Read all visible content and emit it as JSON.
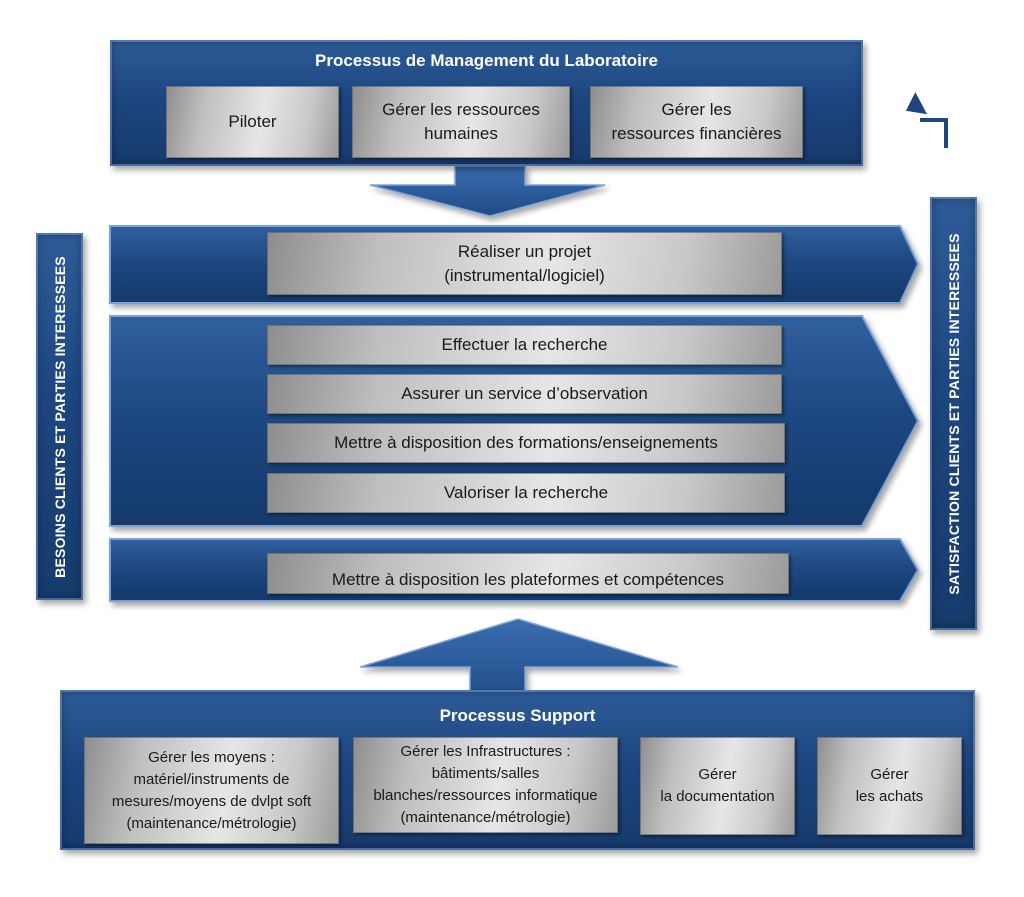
{
  "management": {
    "title": "Processus de Management du Laboratoire",
    "boxes": [
      "Piloter",
      "Gérer les ressources\nhumaines",
      "Gérer les\nressources financières"
    ]
  },
  "left_bar": {
    "label": "BESOINS CLIENTS ET PARTIES INTERESSEES"
  },
  "right_bar": {
    "label": "SATISFACTION CLIENTS ET PARTIES  INTERESSEES"
  },
  "realisation": {
    "projet": "Réaliser un projet\n(instrumental/logiciel)",
    "recherche": [
      "Effectuer la recherche",
      "Assurer un service d’observation",
      "Mettre à disposition des formations/enseignements",
      "Valoriser la recherche"
    ],
    "plateformes": "Mettre à disposition les plateformes et compétences"
  },
  "support": {
    "title": "Processus Support",
    "boxes": [
      "Gérer les moyens :\nmatériel/instruments de\nmesures/moyens de dvlpt soft\n(maintenance/métrologie)",
      "Gérer les Infrastructures :\nbâtiments/salles\nblanches/ressources informatique\n(maintenance/métrologie)",
      "Gérer\nla documentation",
      "Gérer\nles achats"
    ]
  },
  "colors": {
    "panel_blue": "#1d4680",
    "arrow_blue": "#2a5a9c",
    "grey_box": "#cfcfcf"
  },
  "icons": {
    "return_arrow": "return-arrow-icon"
  }
}
